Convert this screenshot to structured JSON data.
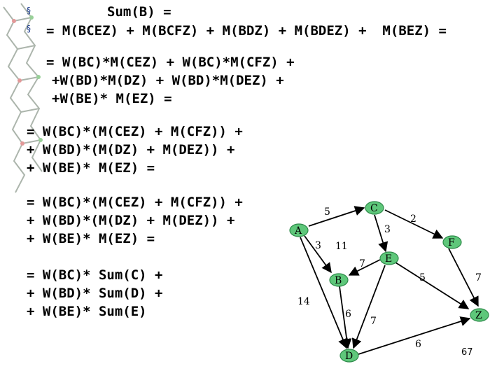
{
  "bullets": [
    "§",
    "§"
  ],
  "text_lines": [
    "Sum(B) =",
    "= M(BCEZ) + M(BCFZ) + M(BDZ) + M(BDEZ) +  M(BEZ) =",
    "= W(BC)*M(CEZ) + W(BC)*M(CFZ) +",
    "+W(BD)*M(DZ) + W(BD)*M(DEZ) +",
    "+W(BE)* M(EZ) =",
    "= W(BC)*(M(CEZ) + M(CFZ)) +",
    "+ W(BD)*(M(DZ) + M(DEZ)) +",
    "+ W(BE)* M(EZ) =",
    "= W(BC)*(M(CEZ) + M(CFZ)) +",
    "+ W(BD)*(M(DZ) + M(DEZ)) +",
    "+ W(BE)* M(EZ) =",
    "= W(BC)* Sum(C) +",
    "+ W(BD)* Sum(D) +",
    "+ W(BE)* Sum(E)"
  ],
  "graph": {
    "node_fill": "#5ec77a",
    "node_stroke": "#2e8a4a",
    "nodes": [
      "A",
      "C",
      "F",
      "E",
      "B",
      "Z",
      "D"
    ],
    "edge_weights": [
      "5",
      "2",
      "3",
      "3",
      "11",
      "7",
      "5",
      "7",
      "14",
      "6",
      "7",
      "6"
    ]
  },
  "page_number": "67"
}
